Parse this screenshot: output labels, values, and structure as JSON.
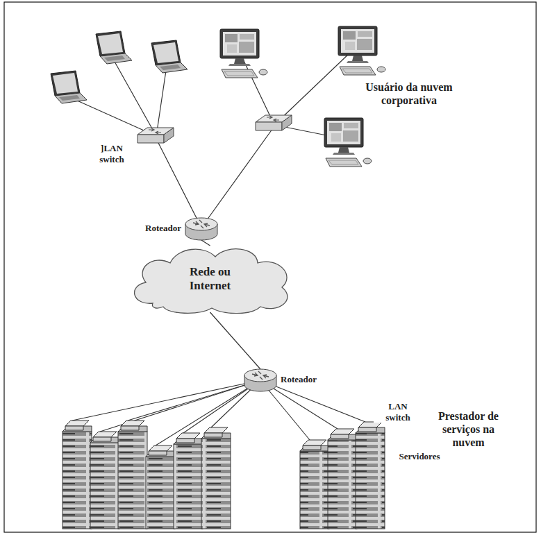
{
  "diagram": {
    "nodes": [
      {
        "text": [
          "Roteador"
        ]
      },
      {
        "text": [
          "Rede ou Internet"
        ]
      },
      {
        "text": [
          "Roteador"
        ]
      }
    ],
    "edges": [
      {
        "from": 0,
        "to": 1,
        "arrow": "none"
      },
      {
        "from": 1,
        "to": 2,
        "arrow": "none"
      }
    ],
    "labels": [
      "Usuário da nuvem corporativa",
      "]LAN switch",
      "LAN switch",
      "Prestador de serviços na nuvem",
      "Servidores"
    ]
  }
}
